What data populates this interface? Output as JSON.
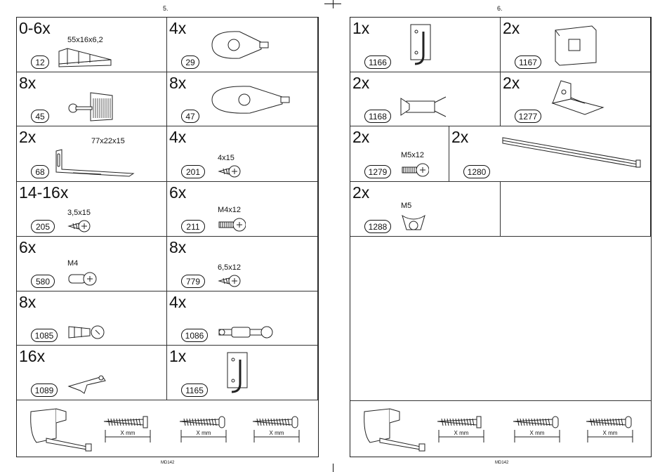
{
  "left_page_number": "5.",
  "right_page_number": "6.",
  "footer_code": "MD142",
  "xmm_label": "X mm",
  "left_parts": [
    {
      "qty": "0-6x",
      "num": "12",
      "dim": "55x16x6,2",
      "icon": "wedge-spacer-icon"
    },
    {
      "qty": "4x",
      "num": "29",
      "dim": "",
      "icon": "cam-lock-bracket-icon"
    },
    {
      "qty": "8x",
      "num": "45",
      "dim": "",
      "icon": "corner-block-screw-icon"
    },
    {
      "qty": "8x",
      "num": "47",
      "dim": "",
      "icon": "hook-connector-icon"
    },
    {
      "qty": "2x",
      "num": "68",
      "dim": "77x22x15",
      "icon": "angle-bracket-icon"
    },
    {
      "qty": "4x",
      "num": "201",
      "dim": "4x15",
      "icon": "screw-icon"
    },
    {
      "qty": "14-16x",
      "num": "205",
      "dim": "3,5x15",
      "icon": "screw-icon"
    },
    {
      "qty": "6x",
      "num": "211",
      "dim": "M4x12",
      "icon": "bolt-icon"
    },
    {
      "qty": "6x",
      "num": "580",
      "dim": "M4",
      "icon": "barrel-nut-icon"
    },
    {
      "qty": "8x",
      "num": "779",
      "dim": "6,5x12",
      "icon": "screw-icon"
    },
    {
      "qty": "8x",
      "num": "1085",
      "dim": "",
      "icon": "dowel-connector-icon"
    },
    {
      "qty": "4x",
      "num": "1086",
      "dim": "",
      "icon": "long-connector-icon"
    },
    {
      "qty": "16x",
      "num": "1089",
      "dim": "",
      "icon": "shelf-support-icon"
    },
    {
      "qty": "1x",
      "num": "1165",
      "dim": "",
      "icon": "hanger-plate-icon"
    }
  ],
  "right_parts": [
    {
      "qty": "1x",
      "num": "1166",
      "dim": "",
      "icon": "hook-plate-icon"
    },
    {
      "qty": "2x",
      "num": "1167",
      "dim": "",
      "icon": "clip-block-icon"
    },
    {
      "qty": "2x",
      "num": "1168",
      "dim": "",
      "icon": "spring-clip-icon"
    },
    {
      "qty": "2x",
      "num": "1277",
      "dim": "",
      "icon": "l-bracket-icon"
    },
    {
      "qty": "2x",
      "num": "1279",
      "dim": "M5x12",
      "icon": "bolt-icon"
    },
    {
      "qty": "2x",
      "num": "1280",
      "dim": "",
      "icon": "rail-bar-icon"
    },
    {
      "qty": "2x",
      "num": "1288",
      "dim": "M5",
      "icon": "wing-nut-icon"
    }
  ]
}
